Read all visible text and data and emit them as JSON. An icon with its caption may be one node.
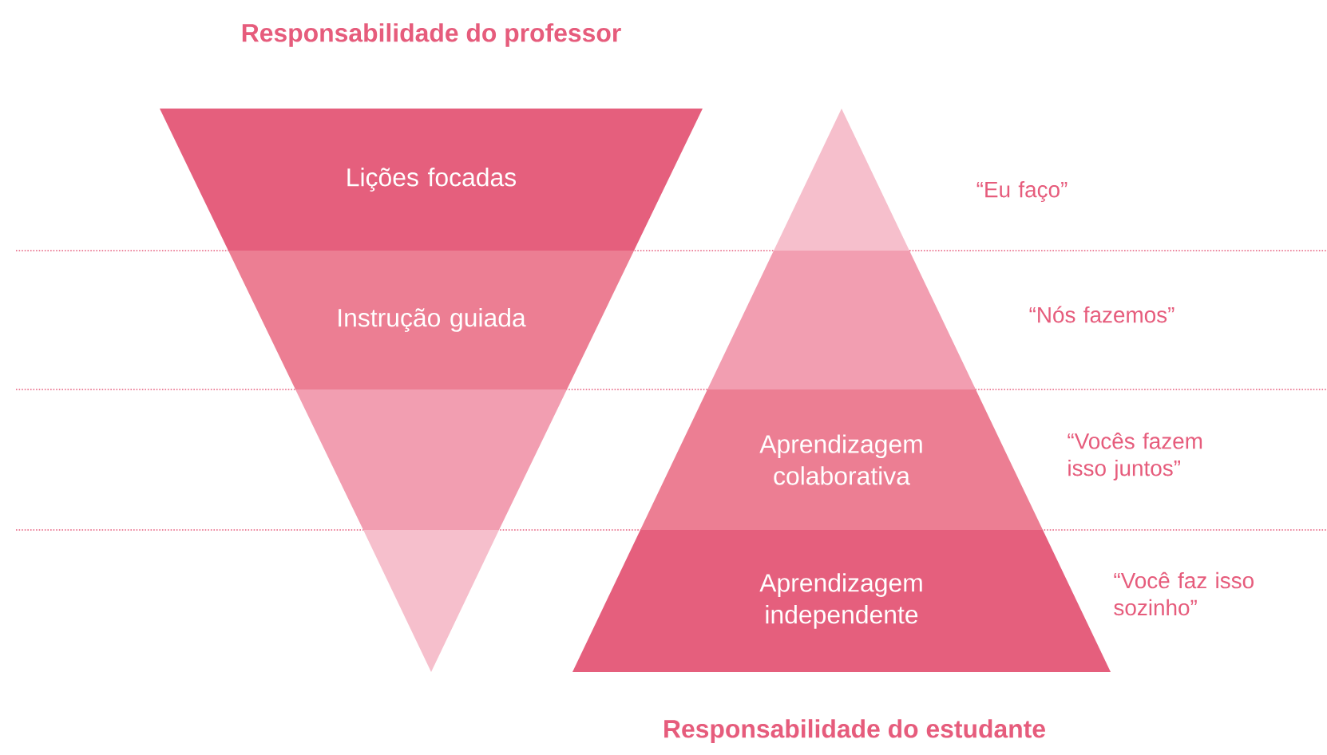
{
  "diagram": {
    "nodes": [
      {
        "text": [
          "Lições focadas"
        ]
      },
      {
        "text": [
          "Instrução guiada"
        ]
      },
      {
        "text": [],
        "shape": "box"
      },
      {
        "text": [],
        "shape": "triangle"
      },
      {
        "text": [],
        "shape": "triangle",
        "beside": [
          "“Eu faço”"
        ]
      },
      {
        "text": [],
        "shape": "box",
        "beside": [
          "“Nós fazemos”"
        ]
      },
      {
        "text": [
          "Aprendizagem colaborativa"
        ],
        "beside": [
          "“Vocês fazem isso juntos”"
        ]
      },
      {
        "text": [
          "Aprendizagem independente"
        ],
        "beside": [
          "“Você faz isso sozinho”"
        ]
      }
    ],
    "labels": [
      "Responsabilidade do professor",
      "Responsabilidade do estudante"
    ]
  }
}
